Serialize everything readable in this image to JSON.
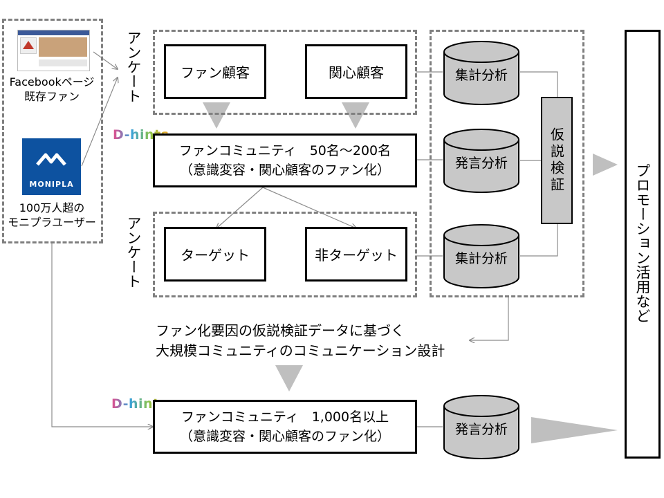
{
  "sources": {
    "facebook_caption_1": "Facebookページ",
    "facebook_caption_2": "既存ファン",
    "monipla_logo_text": "MONIPLA",
    "monipla_caption_1": "100万人超の",
    "monipla_caption_2": "モニプラユーザー"
  },
  "survey_label": "アンケート",
  "top_group": {
    "box_left": "ファン顧客",
    "box_right": "関心顧客"
  },
  "community_small": {
    "logo": "D-hints",
    "line1": "ファンコミュニティ　50名～200名",
    "line2": "（意識変容・関心顧客のファン化）"
  },
  "bottom_group": {
    "box_left": "ターゲット",
    "box_right": "非ターゲット"
  },
  "analysis": {
    "cyl_top": "集計分析",
    "cyl_mid": "発言分析",
    "cyl_bot": "集計分析",
    "hypothesis": "仮説検証"
  },
  "design_text": {
    "line1": "ファン化要因の仮説検証データに基づく",
    "line2": "大規模コミュニティのコミュニケーション設計"
  },
  "community_large": {
    "logo": "D-hints",
    "line1": "ファンコミュニティ　1,000名以上",
    "line2": "（意識変容・関心顧客のファン化）",
    "cyl": "発言分析"
  },
  "result_label": "プロモーション活用など",
  "colors": {
    "cylinder_fill": "#c8c8c8",
    "arrow_fill": "#bfbfbf",
    "dash": "#7f7f7f",
    "line": "#8c8c8c"
  }
}
